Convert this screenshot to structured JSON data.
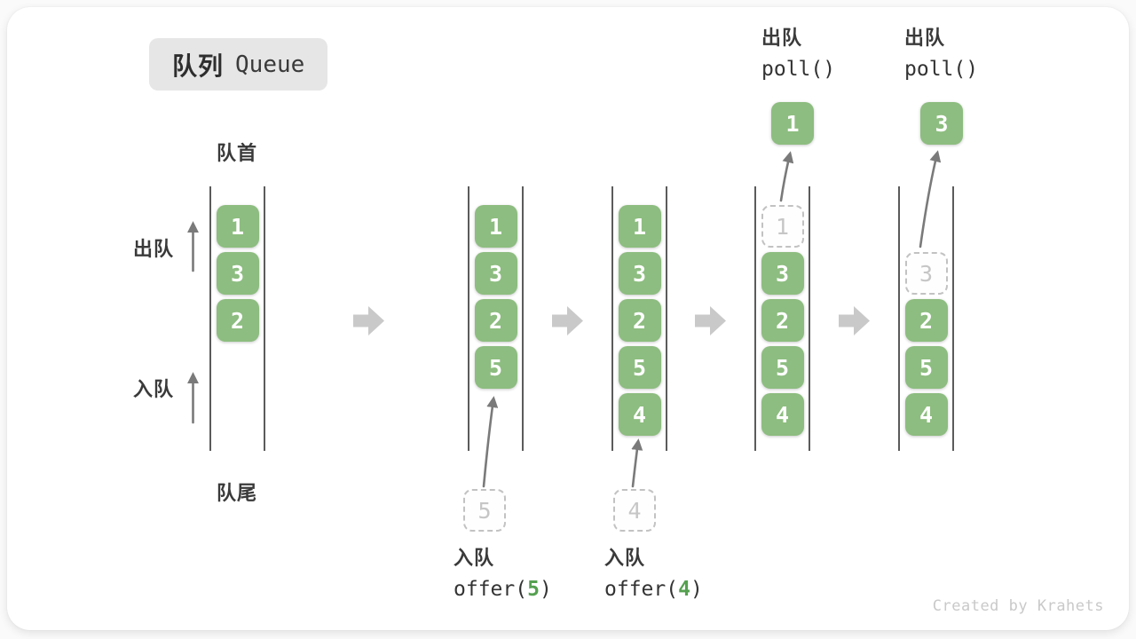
{
  "title": {
    "zh": "队列",
    "en": "Queue"
  },
  "side_labels": {
    "front": "队首",
    "rear": "队尾",
    "dequeue": "出队",
    "enqueue": "入队"
  },
  "watermark": "Created by Krahets",
  "colors": {
    "box_green": "#8dbd80",
    "code_green": "#55a050",
    "dashed_border": "#c2c2c2",
    "ghost_text": "#c6c6c6",
    "block_arrow_gray": "#c9c9c9",
    "rail_dark": "#3e3e3e"
  },
  "states": [
    {
      "cells": [
        {
          "slot": 0,
          "value": "1",
          "style": "solid"
        },
        {
          "slot": 1,
          "value": "3",
          "style": "solid"
        },
        {
          "slot": 2,
          "value": "2",
          "style": "solid"
        }
      ]
    },
    {
      "cells": [
        {
          "slot": 0,
          "value": "1",
          "style": "solid"
        },
        {
          "slot": 1,
          "value": "3",
          "style": "solid"
        },
        {
          "slot": 2,
          "value": "2",
          "style": "solid"
        },
        {
          "slot": 3,
          "value": "5",
          "style": "solid"
        }
      ],
      "ghost_below": "5",
      "annotation": {
        "pos": "below",
        "action": "入队",
        "code_pre": "offer(",
        "code_arg": "5",
        "code_post": ")"
      }
    },
    {
      "cells": [
        {
          "slot": 0,
          "value": "1",
          "style": "solid"
        },
        {
          "slot": 1,
          "value": "3",
          "style": "solid"
        },
        {
          "slot": 2,
          "value": "2",
          "style": "solid"
        },
        {
          "slot": 3,
          "value": "5",
          "style": "solid"
        },
        {
          "slot": 4,
          "value": "4",
          "style": "solid"
        }
      ],
      "ghost_below": "4",
      "annotation": {
        "pos": "below",
        "action": "入队",
        "code_pre": "offer(",
        "code_arg": "4",
        "code_post": ")"
      }
    },
    {
      "cells": [
        {
          "slot": 0,
          "value": "1",
          "style": "dashed"
        },
        {
          "slot": 1,
          "value": "3",
          "style": "solid"
        },
        {
          "slot": 2,
          "value": "2",
          "style": "solid"
        },
        {
          "slot": 3,
          "value": "5",
          "style": "solid"
        },
        {
          "slot": 4,
          "value": "4",
          "style": "solid"
        }
      ],
      "out_box": "1",
      "annotation": {
        "pos": "above",
        "action": "出队",
        "code_pre": "poll()",
        "code_arg": "",
        "code_post": ""
      }
    },
    {
      "cells": [
        {
          "slot": 1,
          "value": "3",
          "style": "dashed"
        },
        {
          "slot": 2,
          "value": "2",
          "style": "solid"
        },
        {
          "slot": 3,
          "value": "5",
          "style": "solid"
        },
        {
          "slot": 4,
          "value": "4",
          "style": "solid"
        }
      ],
      "out_box": "3",
      "annotation": {
        "pos": "above",
        "action": "出队",
        "code_pre": "poll()",
        "code_arg": "",
        "code_post": ""
      }
    }
  ]
}
